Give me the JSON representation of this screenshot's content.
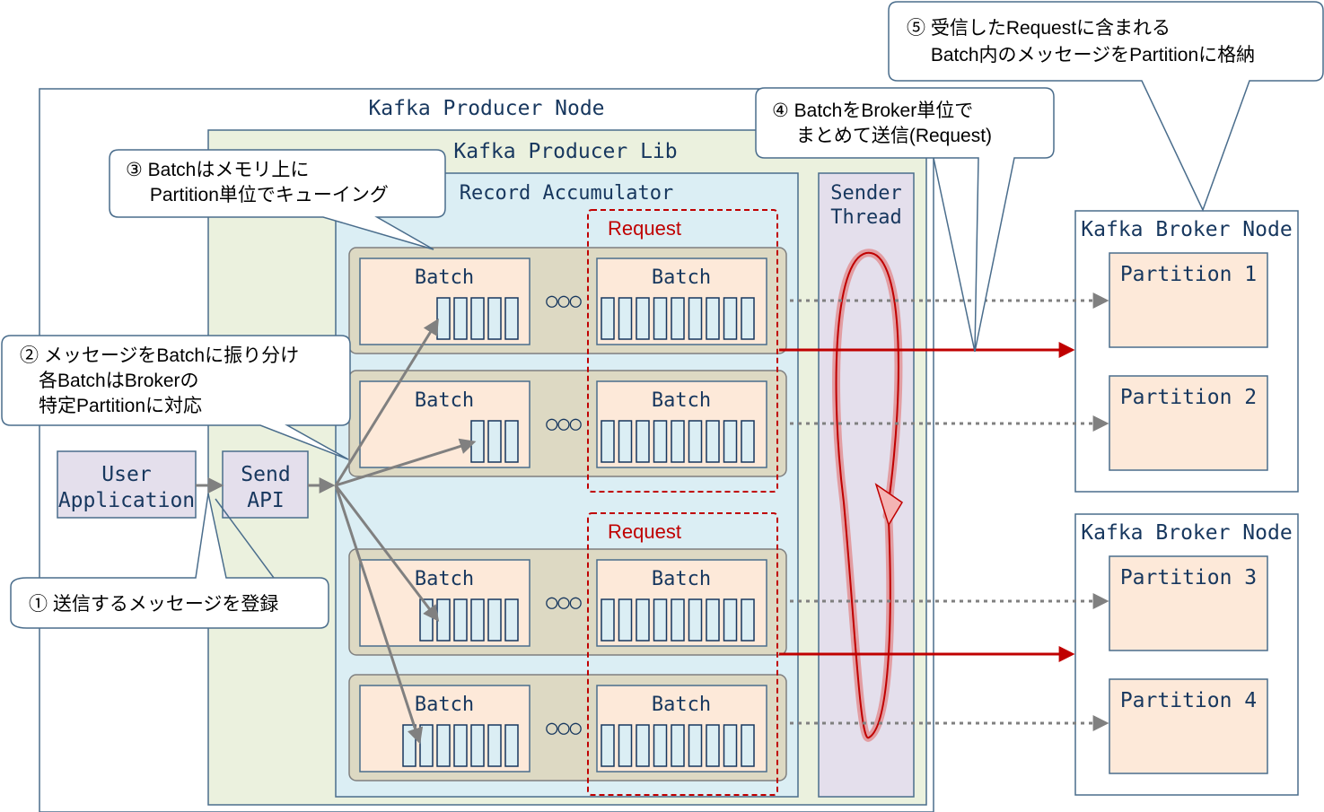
{
  "producer": {
    "node_title": "Kafka Producer Node",
    "lib_title": "Kafka Producer Lib",
    "accumulator_title": "Record Accumulator",
    "user_app": [
      "User",
      "Application"
    ],
    "send_api": [
      "Send",
      "API"
    ],
    "sender_thread": [
      "Sender",
      "Thread"
    ],
    "batch_label": "Batch",
    "request_label": "Request",
    "dots_glyph": "○○○"
  },
  "brokers": [
    {
      "title": "Kafka Broker Node",
      "partitions": [
        "Partition 1",
        "Partition 2"
      ]
    },
    {
      "title": "Kafka Broker Node",
      "partitions": [
        "Partition 3",
        "Partition 4"
      ]
    }
  ],
  "callouts": {
    "step1": [
      "① 送信するメッセージを登録"
    ],
    "step2": [
      "② メッセージをBatchに振り分け",
      "　各BatchはBrokerの",
      "　特定Partitionに対応"
    ],
    "step3": [
      "③ Batchはメモリ上に",
      "　 Partition単位でキューイング"
    ],
    "step4": [
      "④ BatchをBroker単位で",
      "　 まとめて送信(Request)"
    ],
    "step5": [
      "⑤ 受信したRequestに含まれる",
      "　 Batch内のメッセージをPartitionに格納"
    ]
  },
  "colors": {
    "producer_node_fill": "#ffffff",
    "lib_fill": "#ebf1de",
    "accumulator_fill": "#dbeef4",
    "queue_row_fill": "#ddd9c3",
    "batch_fill": "#fde9d9",
    "partition_fill": "#fde9d9",
    "purple_fill": "#e4dfec",
    "box_border": "#17375e",
    "request_red": "#c00000",
    "arrow_gray": "#808080"
  }
}
